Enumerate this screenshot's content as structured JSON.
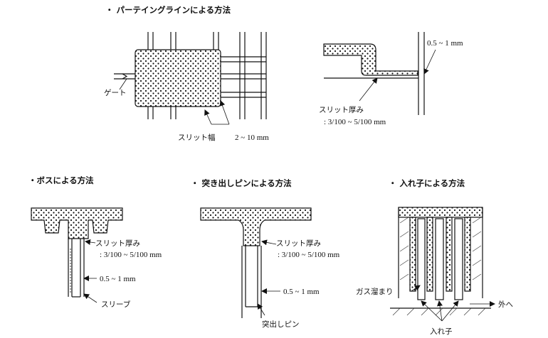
{
  "sections": {
    "parting_line": {
      "title": "・ パーテイングラインによる方法",
      "gate_label": "ゲート",
      "slit_width_label": "スリット幅",
      "slit_width_value": "2 ~ 10 mm",
      "slit_thickness_label": "スリット厚み",
      "slit_thickness_value": ": 3/100 ~ 5/100 mm",
      "gap_value": "0.5 ~ 1 mm"
    },
    "boss": {
      "title": "・ボスによる方法",
      "slit_thickness_label": "スリット厚み",
      "slit_thickness_value": ": 3/100 ~ 5/100 mm",
      "gap_value": "0.5 ~ 1 mm",
      "sleeve_label": "スリーブ"
    },
    "ejector_pin": {
      "title": "・ 突き出しピンによる方法",
      "slit_thickness_label": "スリット厚み",
      "slit_thickness_value": ": 3/100 ~ 5/100 mm",
      "gap_value": "0.5 ~ 1 mm",
      "pin_label": "突出しピン"
    },
    "insert": {
      "title": "・ 入れ子による方法",
      "gas_label": "ガス溜まり",
      "outside_label": "外へ",
      "insert_label": "入れ子"
    }
  }
}
